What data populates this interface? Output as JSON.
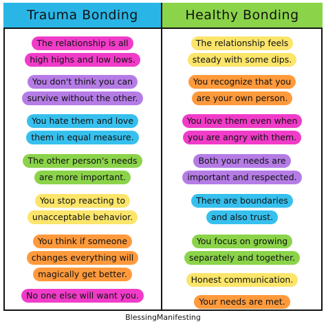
{
  "headers": {
    "left": "Trauma Bonding",
    "right": "Healthy Bonding"
  },
  "colors": {
    "left_header": "#29b6e6",
    "right_header": "#8bd44a",
    "magenta": "#f03cc8",
    "purple": "#b57ce6",
    "orange": "#ff9a3c",
    "blue": "#36c0ee",
    "green": "#8bd44a",
    "yellow": "#fbe56a"
  },
  "left_items": [
    {
      "lines": [
        "The relationship is all",
        "high highs and low lows."
      ],
      "color": "#f03cc8"
    },
    {
      "lines": [
        "You don't think you can",
        "survive without the other."
      ],
      "color": "#b57ce6"
    },
    {
      "lines": [
        "You hate them and love",
        "them in equal measure."
      ],
      "color": "#36c0ee"
    },
    {
      "lines": [
        "The other person's needs",
        "are more important."
      ],
      "color": "#8bd44a"
    },
    {
      "lines": [
        "You stop reacting to",
        "unacceptable behavior."
      ],
      "color": "#fbe56a"
    },
    {
      "lines": [
        "You think if someone",
        "changes everything will",
        "magically get better."
      ],
      "color": "#ff9a3c"
    },
    {
      "lines": [
        "No one else will want you."
      ],
      "color": "#f03cc8"
    }
  ],
  "right_items": [
    {
      "lines": [
        "The relationship feels",
        "steady with some dips."
      ],
      "color": "#fbe56a"
    },
    {
      "lines": [
        "You recognize that you",
        "are your own person."
      ],
      "color": "#ff9a3c"
    },
    {
      "lines": [
        "You love them even when",
        "you are angry with them."
      ],
      "color": "#f03cc8"
    },
    {
      "lines": [
        "Both your needs are",
        "important and respected."
      ],
      "color": "#b57ce6"
    },
    {
      "lines": [
        "There are boundaries",
        "and also trust."
      ],
      "color": "#36c0ee"
    },
    {
      "lines": [
        "You focus on growing",
        "separately and together."
      ],
      "color": "#8bd44a"
    },
    {
      "lines": [
        "Honest communication."
      ],
      "color": "#fbe56a"
    },
    {
      "lines": [
        "Your needs are met."
      ],
      "color": "#ff9a3c"
    }
  ],
  "footer": "BlessingManifesting"
}
